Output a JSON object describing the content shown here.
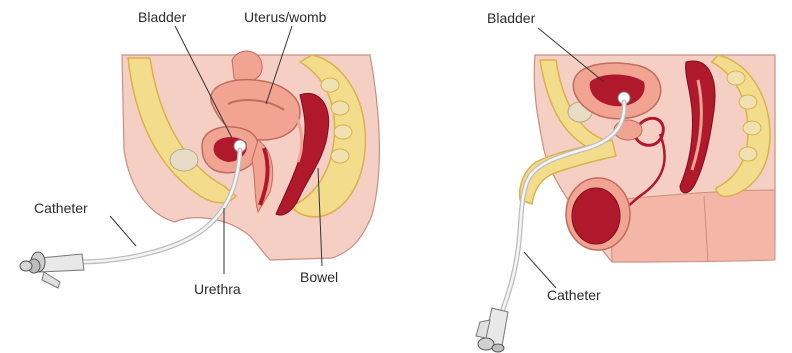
{
  "female_diagram": {
    "bladder_label": "Bladder",
    "uterus_label": "Uterus/womb",
    "catheter_label": "Catheter",
    "urethra_label": "Urethra",
    "bowel_label": "Bowel"
  },
  "male_diagram": {
    "bladder_label": "Bladder",
    "catheter_label": "Catheter"
  },
  "colors": {
    "skin": "#f6cfc4",
    "pelvic_bone": "#f3dc8c",
    "bone_outline": "#d9b24a",
    "organ_pink": "#f1a491",
    "organ_red": "#b0182b",
    "catheter": "#e8e8e8",
    "leader_line": "#333333"
  }
}
